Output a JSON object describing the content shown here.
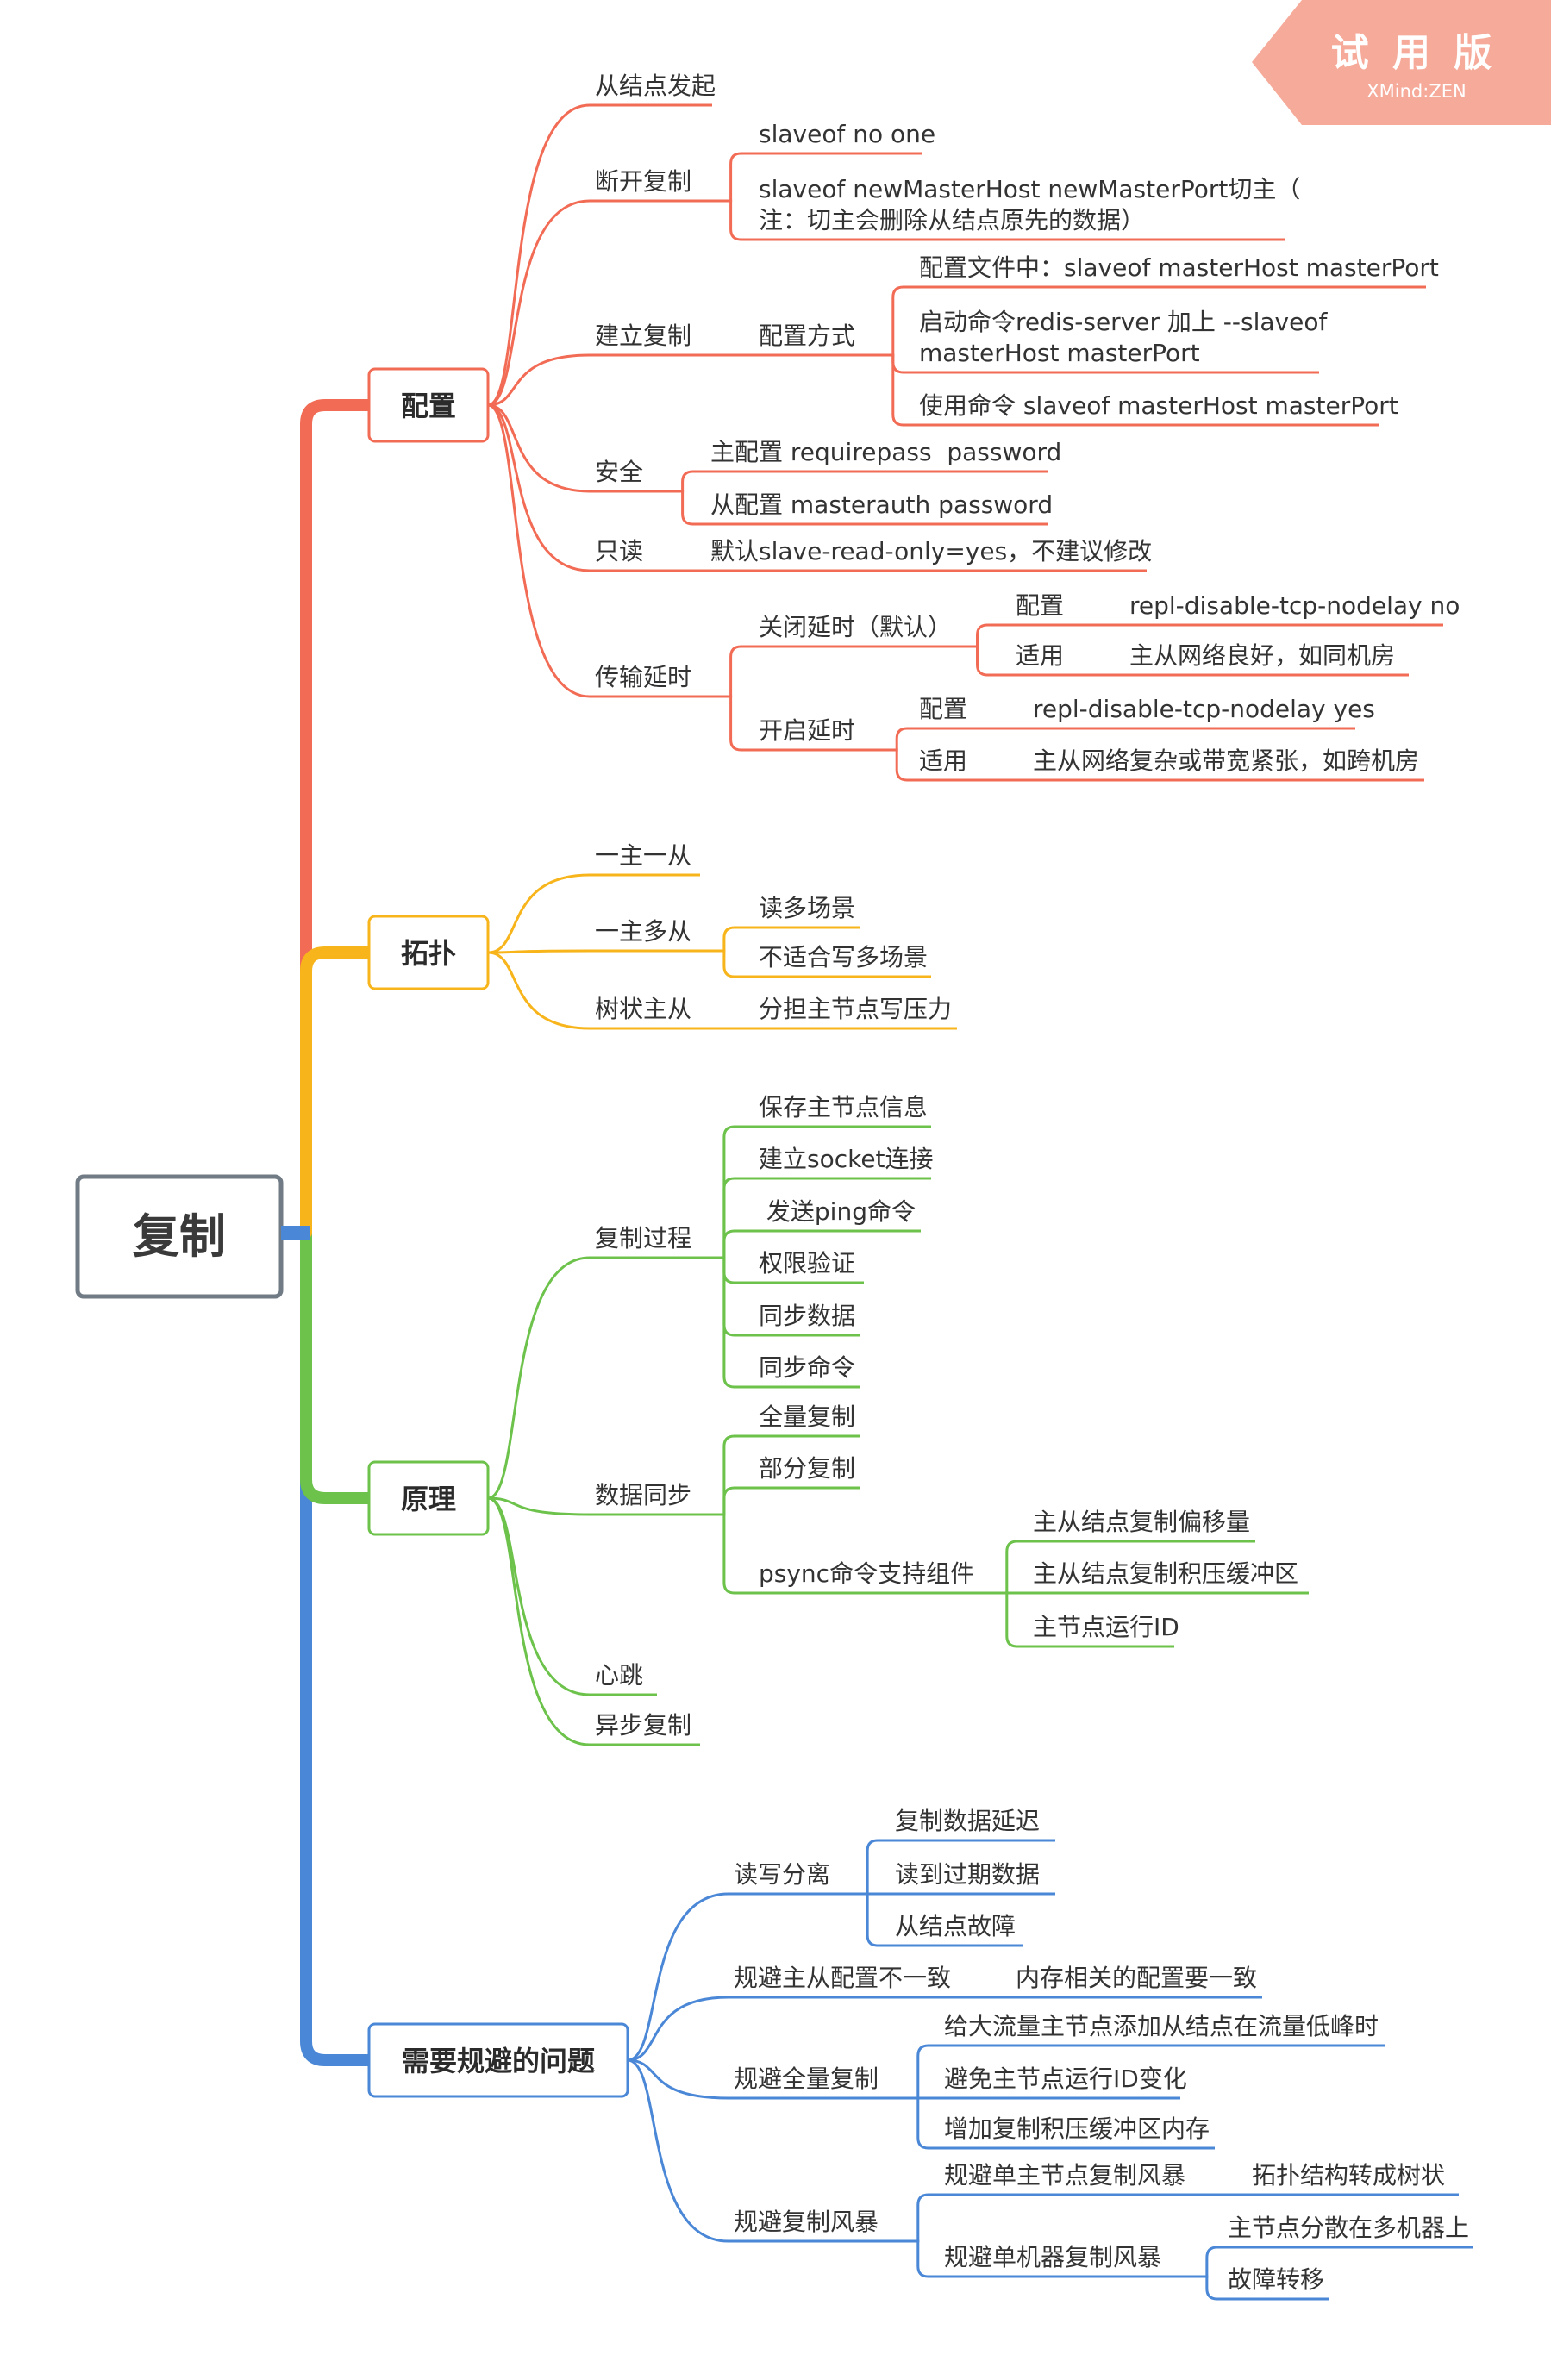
{
  "watermark": {
    "title": "试 用 版",
    "subtitle": "XMind:ZEN"
  },
  "colors": {
    "config": "#f26b55",
    "topology": "#f7b51b",
    "principle": "#6cc24a",
    "avoid": "#4a87d6",
    "root_border": "#707b86",
    "text": "#333333",
    "watermark": "#f6aa9a"
  },
  "root": {
    "label": "复制"
  },
  "branches": [
    {
      "id": "config",
      "label": "配置",
      "children": [
        {
          "label": "从结点发起"
        },
        {
          "label": "断开复制",
          "children": [
            {
              "label": "slaveof no one"
            },
            {
              "label": [
                "slaveof newMasterHost newMasterPort切主（",
                "注：切主会删除从结点原先的数据）"
              ]
            }
          ]
        },
        {
          "label": "建立复制",
          "children": [
            {
              "label": "配置方式",
              "children": [
                {
                  "label": "配置文件中：slaveof masterHost masterPort"
                },
                {
                  "label": [
                    "启动命令redis-server 加上 --slaveof",
                    "masterHost masterPort"
                  ]
                },
                {
                  "label": "使用命令 slaveof masterHost masterPort"
                }
              ]
            }
          ]
        },
        {
          "label": "安全",
          "children": [
            {
              "label": "主配置 requirepass  password"
            },
            {
              "label": "从配置 masterauth password"
            }
          ]
        },
        {
          "label": "只读",
          "children": [
            {
              "label": "默认slave-read-only=yes，不建议修改"
            }
          ]
        },
        {
          "label": "传输延时",
          "children": [
            {
              "label": "关闭延时（默认）",
              "children": [
                {
                  "label": "配置",
                  "children": [
                    {
                      "label": "repl-disable-tcp-nodelay no"
                    }
                  ]
                },
                {
                  "label": "适用",
                  "children": [
                    {
                      "label": "主从网络良好，如同机房"
                    }
                  ]
                }
              ]
            },
            {
              "label": "开启延时",
              "children": [
                {
                  "label": "配置",
                  "children": [
                    {
                      "label": "repl-disable-tcp-nodelay yes"
                    }
                  ]
                },
                {
                  "label": "适用",
                  "children": [
                    {
                      "label": "主从网络复杂或带宽紧张，如跨机房"
                    }
                  ]
                }
              ]
            }
          ]
        }
      ]
    },
    {
      "id": "topology",
      "label": "拓扑",
      "children": [
        {
          "label": "一主一从"
        },
        {
          "label": "一主多从",
          "children": [
            {
              "label": "读多场景"
            },
            {
              "label": "不适合写多场景"
            }
          ]
        },
        {
          "label": "树状主从",
          "children": [
            {
              "label": "分担主节点写压力"
            }
          ]
        }
      ]
    },
    {
      "id": "principle",
      "label": "原理",
      "children": [
        {
          "label": "复制过程",
          "children": [
            {
              "label": "保存主节点信息"
            },
            {
              "label": "建立socket连接"
            },
            {
              "label": " 发送ping命令"
            },
            {
              "label": "权限验证"
            },
            {
              "label": "同步数据"
            },
            {
              "label": "同步命令"
            }
          ]
        },
        {
          "label": "数据同步",
          "children": [
            {
              "label": "全量复制"
            },
            {
              "label": "部分复制"
            },
            {
              "label": "psync命令支持组件",
              "children": [
                {
                  "label": "主从结点复制偏移量"
                },
                {
                  "label": "主从结点复制积压缓冲区"
                },
                {
                  "label": "主节点运行ID"
                }
              ]
            }
          ]
        },
        {
          "label": "心跳"
        },
        {
          "label": "异步复制"
        }
      ]
    },
    {
      "id": "avoid",
      "label": "需要规避的问题",
      "children": [
        {
          "label": "读写分离",
          "children": [
            {
              "label": "复制数据延迟"
            },
            {
              "label": "读到过期数据"
            },
            {
              "label": "从结点故障"
            }
          ]
        },
        {
          "label": "规避主从配置不一致",
          "children": [
            {
              "label": "内存相关的配置要一致"
            }
          ]
        },
        {
          "label": "规避全量复制",
          "children": [
            {
              "label": "给大流量主节点添加从结点在流量低峰时"
            },
            {
              "label": "避免主节点运行ID变化"
            },
            {
              "label": "增加复制积压缓冲区内存"
            }
          ]
        },
        {
          "label": "规避复制风暴",
          "children": [
            {
              "label": "规避单主节点复制风暴",
              "children": [
                {
                  "label": "拓扑结构转成树状"
                }
              ]
            },
            {
              "label": "规避单机器复制风暴",
              "children": [
                {
                  "label": "主节点分散在多机器上"
                },
                {
                  "label": "故障转移"
                }
              ]
            }
          ]
        }
      ]
    }
  ]
}
